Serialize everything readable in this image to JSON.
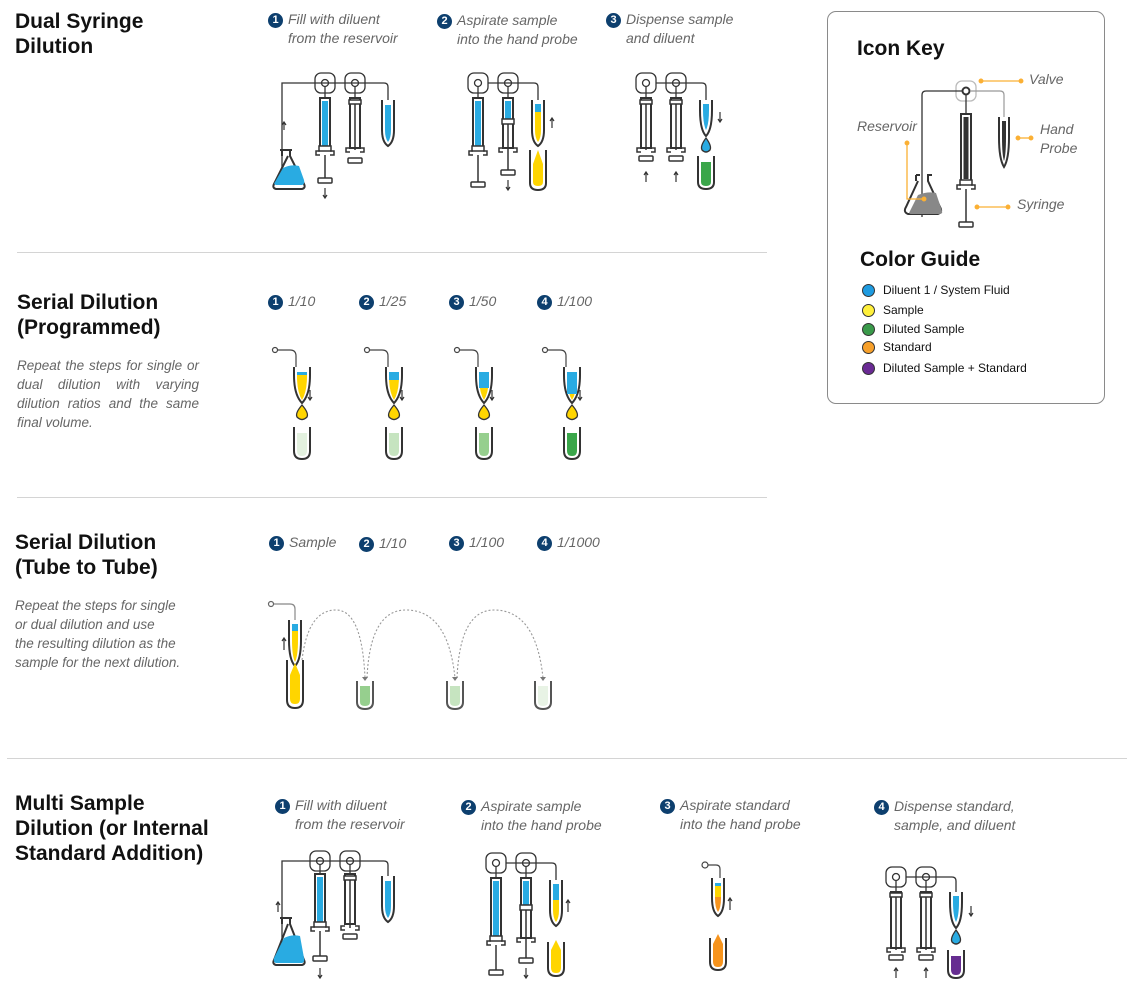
{
  "colors": {
    "diluent": "#29abe2",
    "sample": "#ffd500",
    "diluted_sample": "#3aa64a",
    "standard": "#f7941d",
    "diluted_standard": "#662d91",
    "step_badge": "#0d3f6e",
    "leader": "#fbb034"
  },
  "sections": {
    "dual": {
      "title_line1": "Dual Syringe",
      "title_line2": "Dilution",
      "steps": [
        {
          "num": "1",
          "line1": "Fill with diluent",
          "line2": "from the reservoir"
        },
        {
          "num": "2",
          "line1": "Aspirate sample",
          "line2": "into the hand probe"
        },
        {
          "num": "3",
          "line1": "Dispense sample",
          "line2": "and diluent"
        }
      ]
    },
    "programmed": {
      "title_line1": "Serial Dilution",
      "title_line2": "(Programmed)",
      "description": "Repeat the steps for single or dual dilution with varying dilution ratios and the same final volume.",
      "steps": [
        {
          "num": "1",
          "label": "1/10"
        },
        {
          "num": "2",
          "label": "1/25"
        },
        {
          "num": "3",
          "label": "1/50"
        },
        {
          "num": "4",
          "label": "1/100"
        }
      ]
    },
    "tube": {
      "title_line1": "Serial Dilution",
      "title_line2": "(Tube to Tube)",
      "desc_lines": [
        "Repeat the steps for single",
        "or dual dilution and use",
        "the resulting dilution as the",
        "sample for the next dilution."
      ],
      "steps": [
        {
          "num": "1",
          "label": "Sample"
        },
        {
          "num": "2",
          "label": "1/10"
        },
        {
          "num": "3",
          "label": "1/100"
        },
        {
          "num": "4",
          "label": "1/1000"
        }
      ]
    },
    "multi": {
      "title_line1": "Multi Sample",
      "title_line2": "Dilution (or Internal",
      "title_line3": "Standard Addition)",
      "steps": [
        {
          "num": "1",
          "line1": "Fill with diluent",
          "line2": "from the reservoir"
        },
        {
          "num": "2",
          "line1": "Aspirate sample",
          "line2": "into the hand probe"
        },
        {
          "num": "3",
          "line1": "Aspirate standard",
          "line2": "into the hand probe"
        },
        {
          "num": "4",
          "line1": "Dispense standard,",
          "line2": "sample, and diluent"
        }
      ]
    }
  },
  "icon_key": {
    "title": "Icon Key",
    "labels": {
      "valve": "Valve",
      "reservoir": "Reservoir",
      "hand_probe_1": "Hand",
      "hand_probe_2": "Probe",
      "syringe": "Syringe"
    }
  },
  "color_guide": {
    "title": "Color Guide",
    "items": [
      {
        "label": "Diluent 1 / System Fluid",
        "color": "#1e9be0"
      },
      {
        "label": "Sample",
        "color": "#fff03a"
      },
      {
        "label": "Diluted Sample",
        "color": "#3a9a4a"
      },
      {
        "label": "Standard",
        "color": "#f7a02a"
      },
      {
        "label": "Diluted Sample + Standard",
        "color": "#6a2a94"
      }
    ]
  }
}
